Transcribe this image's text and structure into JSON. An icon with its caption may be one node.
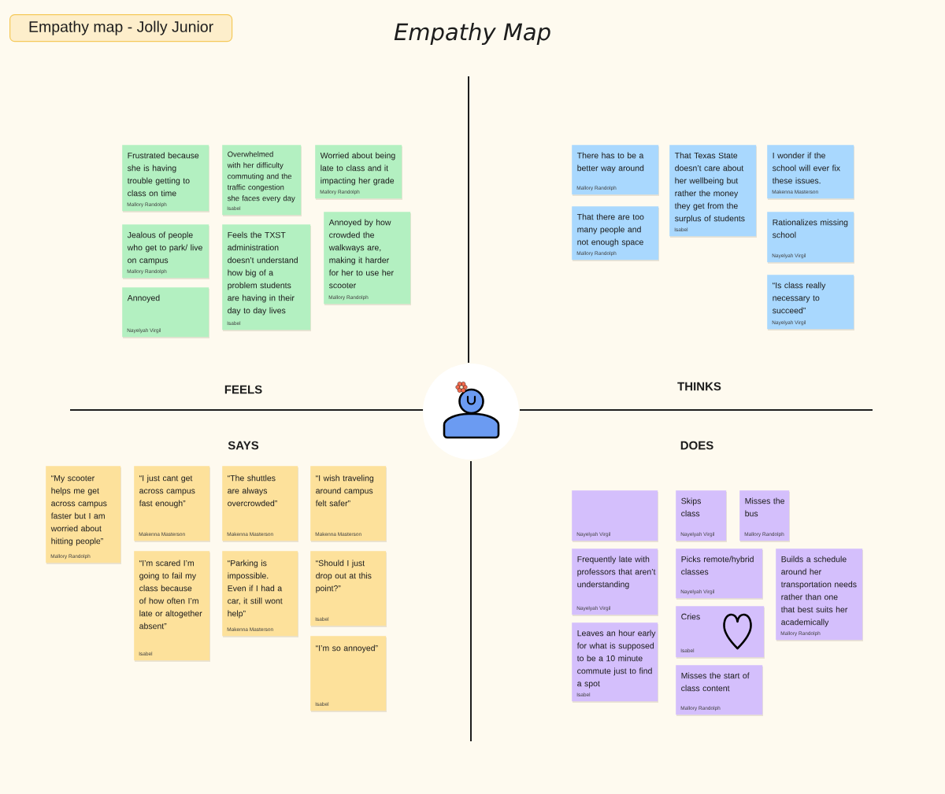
{
  "diagram": {
    "title": "Empathy Map",
    "nodes": [
      {
        "text": [
          "Empathy map - Jolly Junior"
        ]
      },
      {
        "text": [
          "Frustrated because she is having trouble getting to class on time",
          "Mallory Randolph"
        ]
      },
      {
        "text": [
          "Overwhelmed with her difficulty commuting and the traffic congestion she faces every day",
          "Isabel"
        ]
      },
      {
        "text": [
          "Worried about being late to class and it impacting her grade",
          "Mallory Randolph"
        ]
      },
      {
        "text": [
          "Jealous of people who get to park/ live on campus",
          "Mallory Randolph"
        ]
      },
      {
        "text": [
          "Feels the TXST administration doesn’t understand how big of a problem students are having in their day to day lives",
          "Isabel"
        ]
      },
      {
        "text": [
          "Annoyed by how crowded the walkways are, making it harder for her to use her scooter",
          "Mallory Randolph"
        ]
      },
      {
        "text": [
          "Annoyed",
          "Nayelyah Virgil"
        ]
      },
      {
        "text": [
          "There has to be a better way around",
          "Mallory Randolph"
        ]
      },
      {
        "text": [
          "That Texas State doesn’t care about her wellbeing but rather the money they get from the surplus of students",
          "Isabel"
        ]
      },
      {
        "text": [
          "I wonder if the school will ever fix these issues.",
          "Makenna Masterson"
        ]
      },
      {
        "text": [
          "That there are too many people and not enough space",
          "Mallory Randolph"
        ]
      },
      {
        "text": [
          "Rationalizes missing school",
          "Nayelyah Virgil"
        ]
      },
      {
        "text": [
          "“Is class really necessary to succeed”",
          "Nayelyah Virgil"
        ]
      },
      {
        "text": [
          "“My scooter helps me get across campus faster but I am worried about hitting people”",
          "Mallory Randolph"
        ]
      },
      {
        "text": [
          "“I just cant get across campus fast enough”",
          "Makenna Masterson"
        ]
      },
      {
        "text": [
          "“The shuttles are always overcrowded”",
          "Makenna Masterson"
        ]
      },
      {
        "text": [
          "“I wish traveling around campus felt safer”",
          "Makenna Masterson"
        ]
      },
      {
        "text": [
          "“I’m scared I’m going to fail my class because of how often I’m late or altogether absent”",
          "Isabel"
        ]
      },
      {
        "text": [
          "“Parking is impossible. Even if I had a car, it still wont help”",
          "Makenna Masterson"
        ]
      },
      {
        "text": [
          "“Should I just drop out at this point?”",
          "Isabel"
        ]
      },
      {
        "text": [
          "“I’m so annoyed”",
          "Isabel"
        ]
      },
      {
        "text": [
          "Nayelyah Virgil"
        ]
      },
      {
        "text": [
          "Skips class",
          "Nayelyah Virgil"
        ]
      },
      {
        "text": [
          "Misses the bus",
          "Mallory Randolph"
        ]
      },
      {
        "text": [
          "Frequently late with professors that aren’t understanding",
          "Nayelyah Virgil"
        ]
      },
      {
        "text": [
          "Picks remote/hybrid classes",
          "Nayelyah Virgil"
        ]
      },
      {
        "text": [
          "Builds a schedule around her transportation needs rather than one that best suits her academically",
          "Mallory Randolph"
        ]
      },
      {
        "text": [
          "Leaves an hour early for what is supposed to be a 10 minute commute just to find a spot",
          "Isabel"
        ]
      },
      {
        "text": [
          "Cries",
          "Isabel"
        ]
      },
      {
        "text": [
          "Misses the start of class content",
          "Mallory Randolph"
        ]
      }
    ],
    "labels": [
      "FEELS",
      "THINKS",
      "SAYS",
      "DOES"
    ]
  }
}
